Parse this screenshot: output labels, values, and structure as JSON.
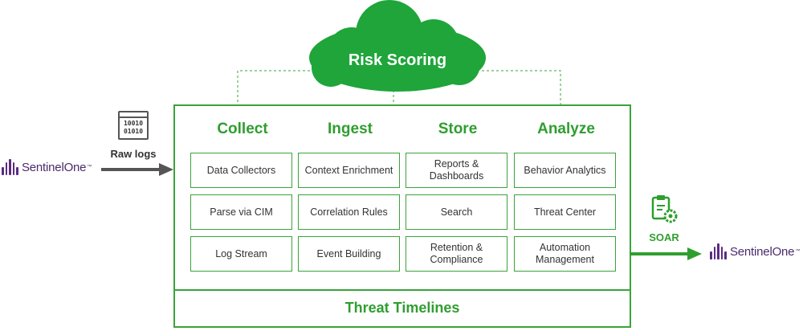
{
  "cloud_label": "Risk Scoring",
  "columns": [
    {
      "title": "Collect",
      "items": [
        "Data Collectors",
        "Parse via CIM",
        "Log Stream"
      ]
    },
    {
      "title": "Ingest",
      "items": [
        "Context Enrichment",
        "Correlation Rules",
        "Event Building"
      ]
    },
    {
      "title": "Store",
      "items": [
        "Reports & Dashboards",
        "Search",
        "Retention & Compliance"
      ]
    },
    {
      "title": "Analyze",
      "items": [
        "Behavior Analytics",
        "Threat Center",
        "Automation Management"
      ]
    }
  ],
  "footer_label": "Threat Timelines",
  "raw_logs_label": "Raw logs",
  "raw_logs_icon_text": [
    "10010",
    "01010"
  ],
  "soar_label": "SOAR",
  "source_logo": {
    "brand": "SentinelOne",
    "icon": "sentinelone-logo-icon"
  },
  "target_logo": {
    "brand": "SentinelOne",
    "icon": "sentinelone-logo-icon"
  },
  "colors": {
    "green": "#2f9e2f",
    "arrow_gray": "#555555",
    "logo_purple": "#5b2b82"
  }
}
